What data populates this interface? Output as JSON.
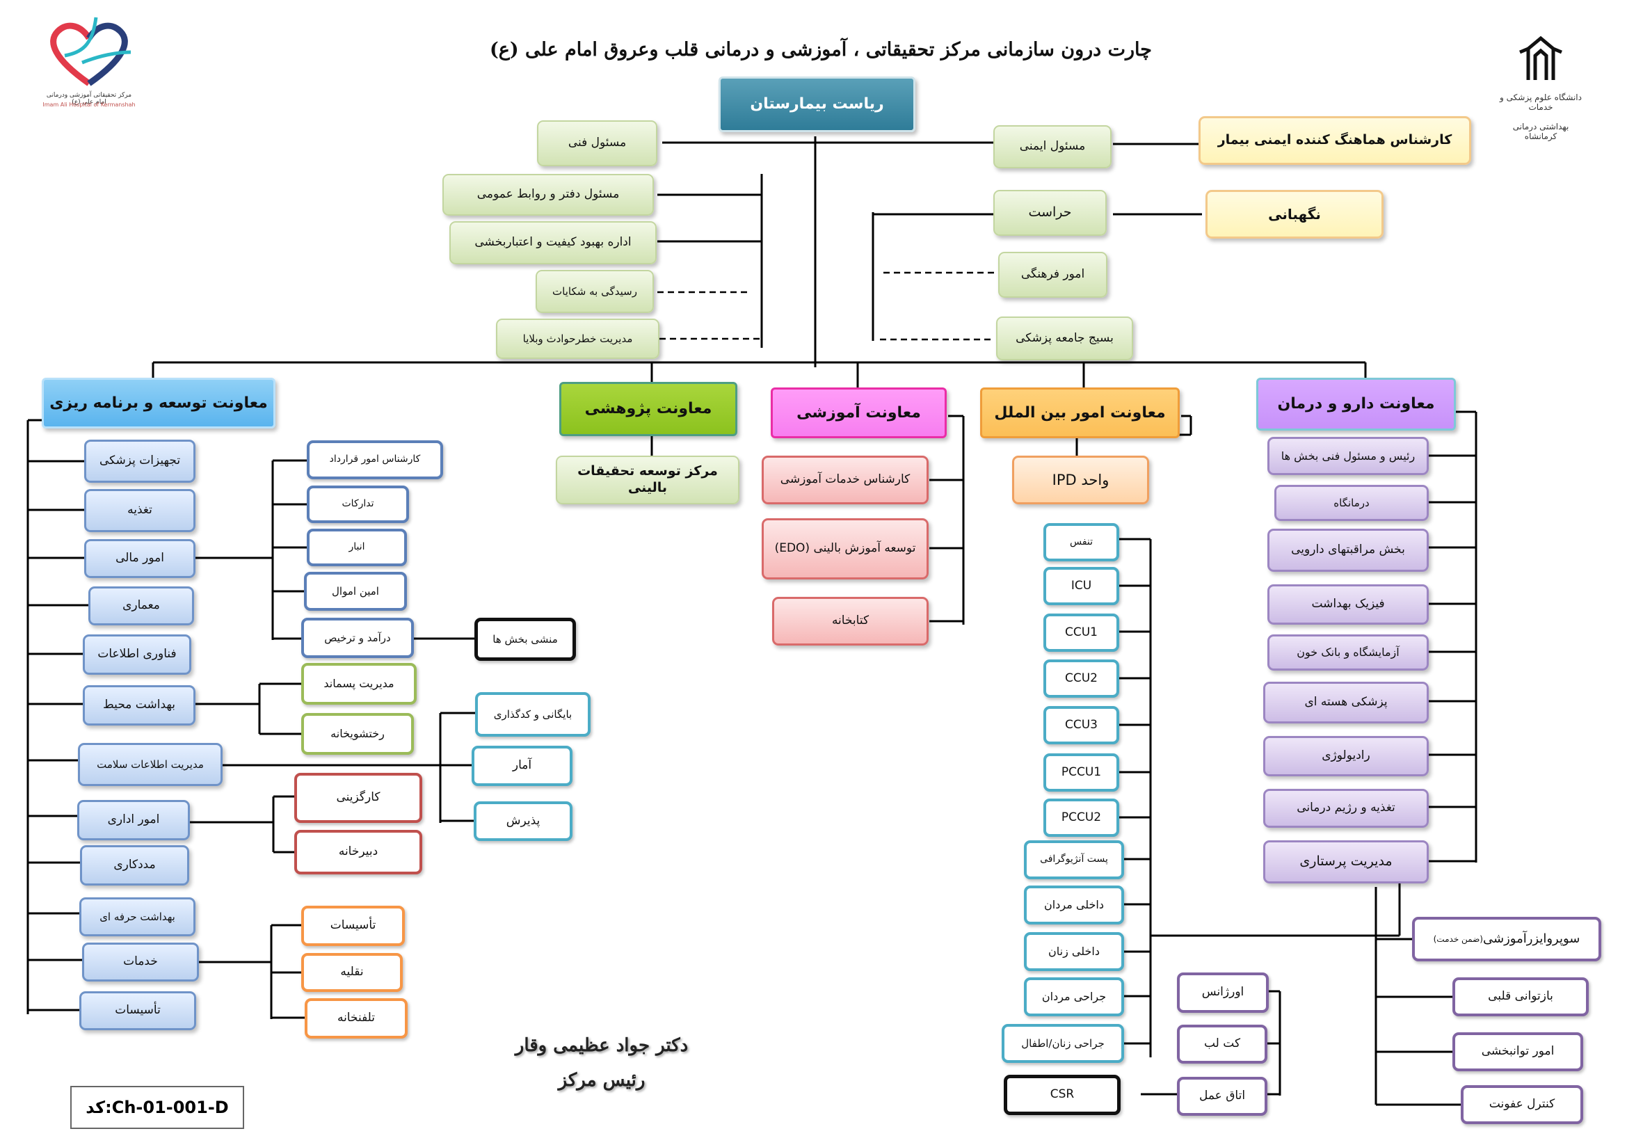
{
  "header": {
    "title": "چارت درون سازمانی مرکز تحقیقاتی ، آموزشی و درمانی قلب وعروق امام علی (ع)",
    "left_logo_caption": "مرکز تحقیقاتی آموزشی ودرمانی امام علی (ع)",
    "left_logo_caption_en": "Imam Ali Hospital of Kermanshah",
    "right_logo_caption_1": "دانشگاه علوم پزشکی و خدمات",
    "right_logo_caption_2": "بهداشتی درمانی کرمانشاه"
  },
  "top": {
    "head": "ریاست بیمارستان",
    "left_units": [
      "مسئول فنی",
      "مسئول دفتر و روابط عمومی",
      "اداره بهبود کیفیت و اعتباربخشی",
      "رسیدگی به شکایات",
      "مدیریت خطرحوادث وبلایا"
    ],
    "right_units": [
      "مسئول ایمنی",
      "حراست",
      "امور فرهنگی",
      "بسیج جامعه پزشکی"
    ],
    "patient_safety": "کارشناس هماهنگ کننده ایمنی بیمار",
    "guard": "نگهبانی"
  },
  "deputies": {
    "planning": "معاونت توسعه و برنامه ریزی",
    "research": "معاونت پژوهشی",
    "education": "معاونت آموزشی",
    "international": "معاونت امور بین الملل",
    "treatment": "معاونت دارو و درمان"
  },
  "research": {
    "units": [
      "مرکز توسعه تحقیقات بالینی"
    ]
  },
  "education": {
    "units": [
      "کارشناس خدمات آموزشی",
      "توسعه آموزش بالینی (EDO)",
      "کتابخانه"
    ]
  },
  "international": {
    "ipd": "واحد IPD"
  },
  "planning": {
    "units": [
      "تجهیزات پزشکی",
      "تغذیه",
      "امور مالی",
      "معماری",
      "فناوری اطلاعات",
      "بهداشت محیط",
      "مدیریت اطلاعات سلامت",
      "امور اداری",
      "مددکاری",
      "بهداشت حرفه ای",
      "خدمات",
      "تأسیسات"
    ],
    "finance_sub": [
      "کارشناس امور قرارداد",
      "تدارکات",
      "انبار",
      "امین اموال",
      "درآمد و ترخیص"
    ],
    "ward_secretaries": "منشی بخش ها",
    "env_sub": [
      "مدیریت پسماند",
      "رختشویخانه"
    ],
    "him_sub": [
      "بایگانی و کدگذاری",
      "آمار",
      "پذیرش"
    ],
    "admin_sub": [
      "کارگزینی",
      "دبیرخانه"
    ],
    "services_sub": [
      "تأسیسات",
      "نقلیه",
      "تلفنخانه"
    ]
  },
  "wards": [
    "تنفس",
    "ICU",
    "CCU1",
    "CCU2",
    "CCU3",
    "PCCU1",
    "PCCU2",
    "پست آنژیوگرافی",
    "داخلی مردان",
    "داخلی زنان",
    "جراحی مردان",
    "جراحی  زنان/اطفال"
  ],
  "csr": "CSR",
  "special_units": [
    "اورژانس",
    "کت لب",
    "اتاق عمل"
  ],
  "treatment": {
    "units": [
      "رئیس و مسئول فنی بخش ها",
      "درمانگاه",
      "بخش مراقبتهای دارویی",
      "فیزیک بهداشت",
      "آزمایشگاه و بانک خون",
      "پزشکی هسته ای",
      "رادیولوژی",
      "تغذیه و رژیم درمانی",
      "مدیریت پرستاری"
    ],
    "nursing_sub": {
      "supervisor": "سوپروایزرآموزشی",
      "supervisor_note": "(ضمن خدمت)",
      "items": [
        "بازتوانی قلبی",
        "امور توانبخشی",
        "کنترل عفونت"
      ]
    }
  },
  "footer": {
    "signer_name": "دکتر جواد عظیمی وقار",
    "signer_title": "رئیس مرکز",
    "code": "کد:Ch-01-001-D"
  }
}
